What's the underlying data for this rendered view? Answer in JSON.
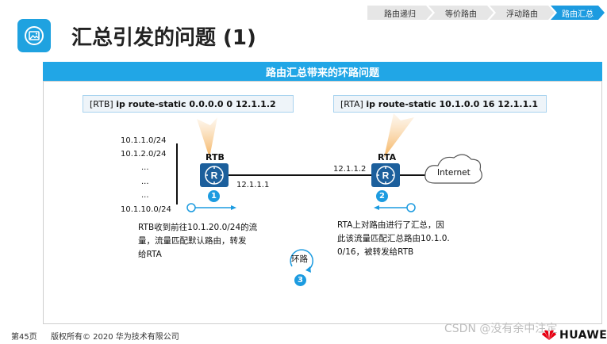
{
  "header": {
    "title": "汇总引发的问题 (1)",
    "nav": [
      "路由递归",
      "等价路由",
      "浮动路由",
      "路由汇总"
    ],
    "active_nav": "路由汇总"
  },
  "banner": {
    "title": "路由汇总带来的环路问题"
  },
  "commands": {
    "rtb": {
      "prefix": "[RTB]",
      "text": "ip route-static 0.0.0.0 0 12.1.1.2"
    },
    "rta": {
      "prefix": "[RTA]",
      "text": "ip route-static 10.1.0.0 16 12.1.1.1"
    }
  },
  "networks": [
    "10.1.1.0/24",
    "10.1.2.0/24",
    "...",
    "...",
    "...",
    "10.1.10.0/24"
  ],
  "routers": {
    "rtb": {
      "label": "RTB",
      "ip": "12.1.1.1"
    },
    "rta": {
      "label": "RTA",
      "ip": "12.1.1.2"
    }
  },
  "cloud": {
    "label": "Internet"
  },
  "steps": {
    "one": {
      "num": "1",
      "desc_lines": [
        "RTB收到前往10.1.20.0/24的流",
        "量，流量匹配默认路由，转发",
        "给RTA"
      ]
    },
    "two": {
      "num": "2",
      "desc_lines": [
        "RTA上对路由进行了汇总，因",
        "此该流量匹配汇总路由10.1.0.",
        "0/16，被转发给RTB"
      ]
    },
    "three": {
      "num": "3",
      "label": "环路"
    }
  },
  "footer": {
    "page": "第45页",
    "copyright": "版权所有© 2020 华为技术有限公司",
    "watermark": "CSDN @没有余中注定",
    "brand": "HUAWEI"
  },
  "colors": {
    "accent": "#1c9be0",
    "banner": "#21a6e6",
    "router": "#1c5f9c",
    "brand": "#e60012"
  }
}
